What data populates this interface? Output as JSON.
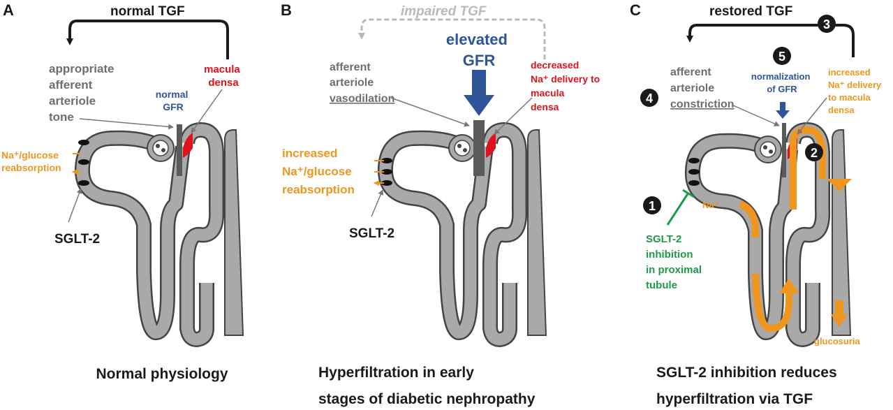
{
  "panels": [
    {
      "letter": "A",
      "tgf_label": "normal TGF",
      "afferent_lines": [
        "appropriate",
        "afferent",
        "arteriole",
        "tone"
      ],
      "gfr_lines": [
        "normal",
        "GFR"
      ],
      "macula_lines": [
        "macula",
        "densa"
      ],
      "reabsorption_lines": [
        "Na⁺/glucose",
        "reabsorption"
      ],
      "sglt_label": "SGLT-2",
      "caption_lines": [
        "Normal physiology"
      ]
    },
    {
      "letter": "B",
      "tgf_label": "impaired TGF",
      "gfr_lines": [
        "elevated",
        "GFR"
      ],
      "afferent_lines": [
        "afferent",
        "arteriole",
        "vasodilation"
      ],
      "macula_lines": [
        "decreased",
        "Na⁺ delivery to",
        "macula",
        "densa"
      ],
      "reabsorption_lines": [
        "increased",
        "Na⁺/glucose",
        "reabsorption"
      ],
      "sglt_label": "SGLT-2",
      "caption_lines": [
        "Hyperfiltration in early",
        "stages of diabetic nephropathy"
      ]
    },
    {
      "letter": "C",
      "tgf_label": "restored TGF",
      "afferent_lines": [
        "afferent",
        "arteriole",
        "constriction"
      ],
      "gfr_lines": [
        "normalization",
        "of GFR"
      ],
      "macula_lines": [
        "increased",
        "Na⁺ delivery",
        "to macula",
        "densa"
      ],
      "na_label": "Na⁺",
      "sglt_inhibition_lines": [
        "SGLT-2",
        "inhibition",
        "in proximal",
        "tubule"
      ],
      "glucosuria": "glucosuria",
      "steps": [
        "1",
        "2",
        "3",
        "4",
        "5"
      ],
      "caption_lines": [
        "SGLT-2 inhibition reduces",
        "hyperfiltration via TGF"
      ]
    }
  ],
  "colors": {
    "text_gray": "#6e6e6e",
    "macula_red": "#e0121b",
    "gfr_blue": "#2e5597",
    "sglt_orange": "#f0961e",
    "inhibition_green": "#1e9a47",
    "tubule_gray": "#a9a9a9",
    "tubule_outline": "#444444"
  }
}
